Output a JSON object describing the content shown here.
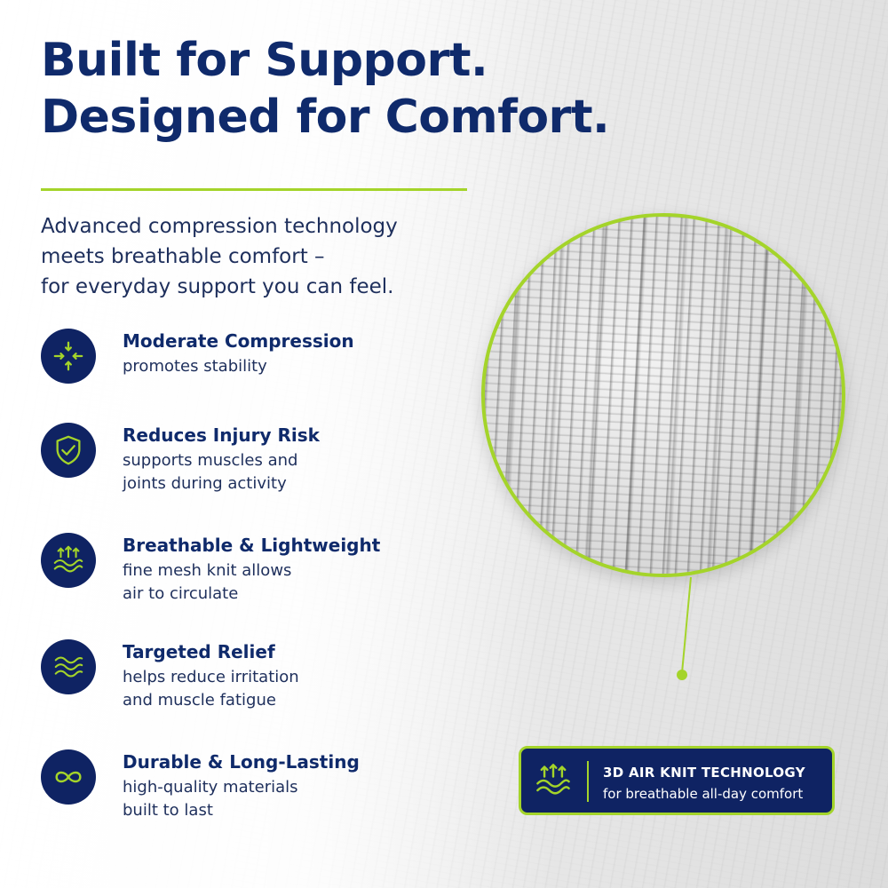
{
  "headline": {
    "line1": "Built for Support.",
    "line2": "Designed for Comfort."
  },
  "intro": {
    "line1": "Advanced compression technology",
    "line2": "meets breathable comfort –",
    "line3": "for everyday support you can feel."
  },
  "features": [
    {
      "icon": "compression-arrows-icon",
      "title": "Moderate Compression",
      "desc": [
        "promotes stability"
      ]
    },
    {
      "icon": "shield-check-icon",
      "title": "Reduces Injury Risk",
      "desc": [
        "supports muscles and",
        "joints during activity"
      ]
    },
    {
      "icon": "airflow-waves-icon",
      "title": "Breathable & Lightweight",
      "desc": [
        "fine mesh knit allows",
        "air to circulate"
      ]
    },
    {
      "icon": "relief-waves-icon",
      "title": "Targeted Relief",
      "desc": [
        "helps reduce irritation",
        "and muscle fatigue"
      ]
    },
    {
      "icon": "infinity-icon",
      "title": "Durable & Long-Lasting",
      "desc": [
        "high-quality materials",
        "built to last"
      ]
    }
  ],
  "badge": {
    "icon": "airflow-waves-icon",
    "title": "3D AIR KNIT TECHNOLOGY",
    "subtitle": "for breathable all-day comfort"
  },
  "colors": {
    "navy": "#0f2363",
    "heading": "#0f2a6b",
    "accent": "#a4d42a"
  }
}
